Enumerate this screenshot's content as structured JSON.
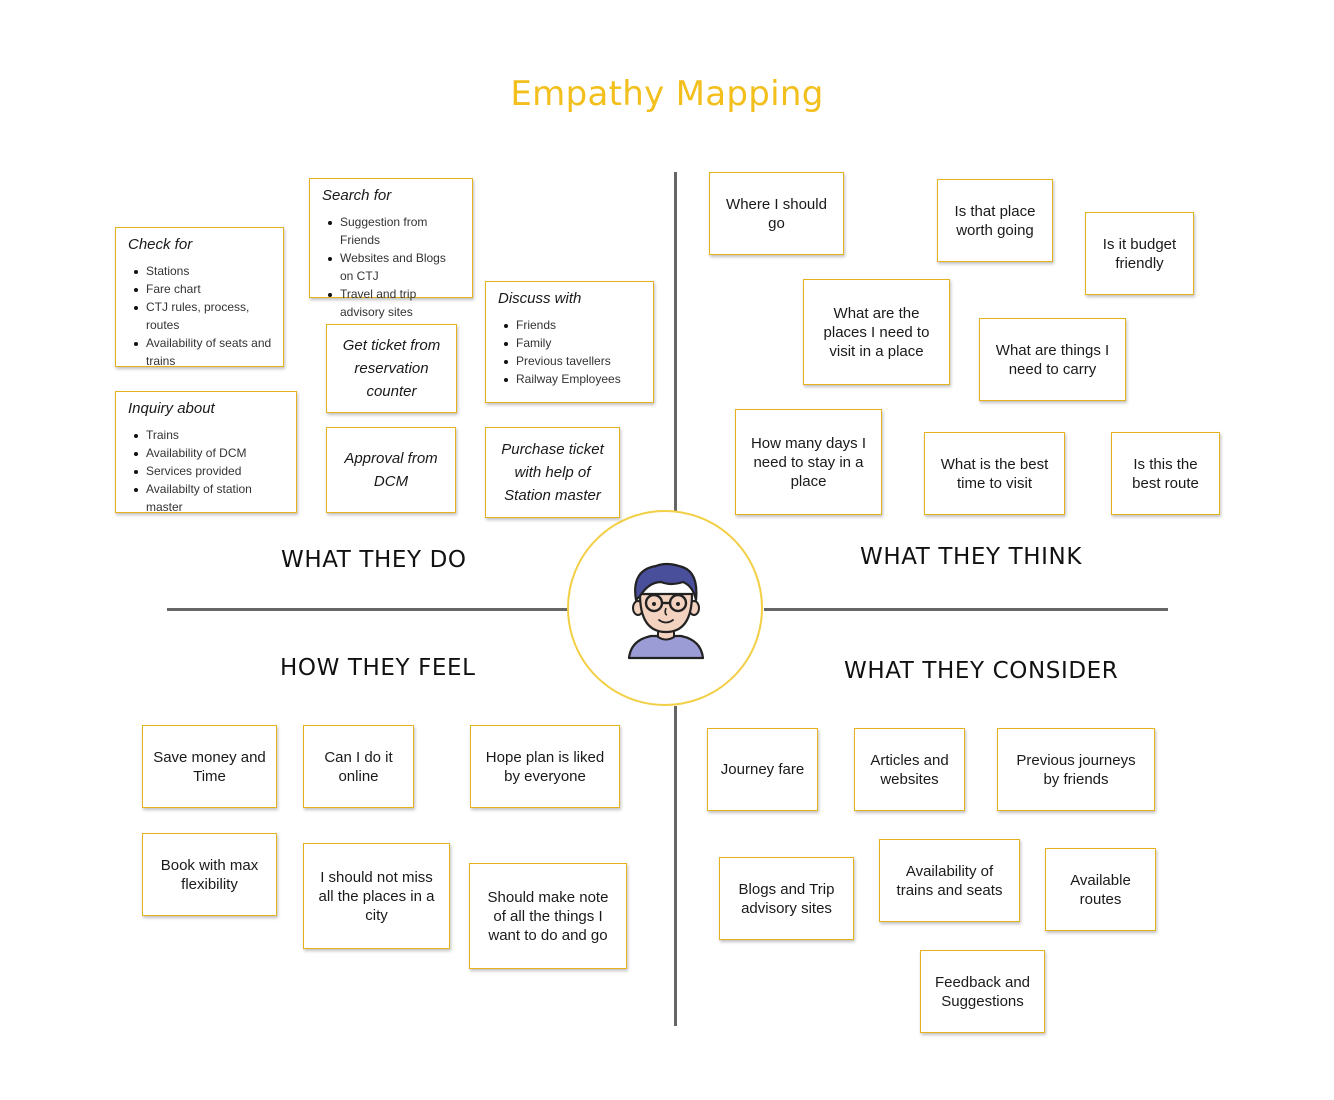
{
  "title": "Empathy Mapping",
  "quadrants": {
    "do": "WHAT THEY DO",
    "think": "WHAT THEY THINK",
    "feel": "HOW THEY FEEL",
    "consider": "WHAT THEY CONSIDER"
  },
  "do_lists": [
    {
      "heading": "Check for",
      "items": [
        "Stations",
        "Fare chart",
        "CTJ rules, process, routes",
        "Availability of seats and trains"
      ]
    },
    {
      "heading": "Search  for",
      "items": [
        "Suggestion from Friends",
        "Websites and Blogs on CTJ",
        "Travel and trip advisory sites"
      ]
    },
    {
      "heading": "Discuss with",
      "items": [
        "Friends",
        "Family",
        "Previous tavellers",
        "Railway Employees"
      ]
    },
    {
      "heading": "Inquiry about",
      "items": [
        "Trains",
        "Availability of DCM",
        "Services provided",
        "Availabilty of station master"
      ]
    }
  ],
  "do_notes": [
    "Get ticket from reservation counter",
    "Approval from DCM",
    "Purchase ticket with help of Station master"
  ],
  "think_notes": [
    "Where I should go",
    "Is that place worth going",
    "Is it budget friendly",
    "What are the places I need to visit in a place",
    "What are things I need to carry",
    "How many days I need to stay in a place",
    "What is the best time to visit",
    "Is this the best route"
  ],
  "feel_notes": [
    "Save money and Time",
    "Can I do it online",
    "Hope plan is liked by everyone",
    "Book with max flexibility",
    "I should not miss all the places in a city",
    "Should make note of all the things I want to do and go"
  ],
  "consider_notes": [
    "Journey fare",
    "Articles and websites",
    "Previous journeys by friends",
    "Blogs and Trip advisory sites",
    "Availability of trains and seats",
    "Available routes",
    "Feedback and Suggestions"
  ],
  "colors": {
    "accent": "#f2bf1c",
    "note_border": "#e3b21e",
    "axis": "#666666",
    "hair": "#4a4f9c",
    "shirt": "#9b9bd6"
  },
  "icons": {
    "persona": "avatar-icon"
  }
}
